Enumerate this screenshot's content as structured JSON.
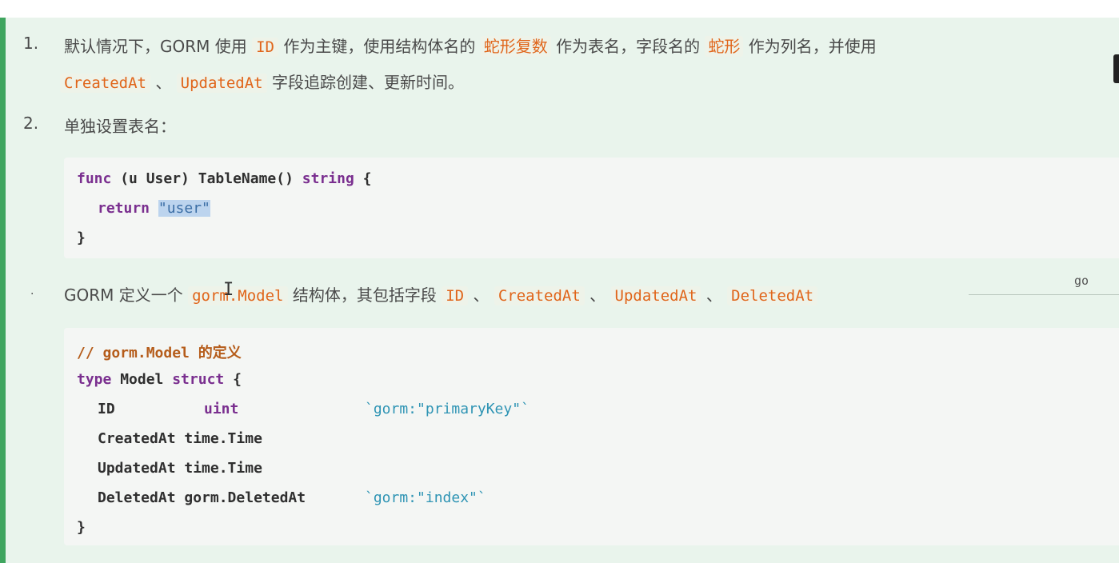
{
  "list": {
    "item1": {
      "number": "1.",
      "t1": "默认情况下，GORM 使用",
      "code_id": "ID",
      "t2": "作为主键，使用结构体名的",
      "h1": "蛇形复数",
      "t3": "作为表名，字段名的",
      "h2": "蛇形",
      "t4": "作为列名，并使用",
      "code_created": "CreatedAt",
      "sep": "、",
      "code_updated": "UpdatedAt",
      "t5": "字段追踪创建、更新时间。"
    },
    "item2": {
      "number": "2.",
      "text": "单独设置表名："
    },
    "item3": {
      "number": ".",
      "t1": "GORM 定义一个",
      "code_model": "gorm.Model",
      "t2": "结构体，其包括字段",
      "code_id": "ID",
      "sep1": "、",
      "code_created": "CreatedAt",
      "sep2": "、",
      "code_updated": "UpdatedAt",
      "sep3": "、",
      "code_deleted": "DeletedAt"
    }
  },
  "code1": {
    "l1_func": "func",
    "l1_mid": " (u User) TableName() ",
    "l1_string": "string",
    "l1_end": " {",
    "l2_return": "return",
    "l2_str": "\"user\"",
    "l3": "}"
  },
  "code2": {
    "comment": "// gorm.Model 的定义",
    "l2_type": "type",
    "l2_mid": " Model ",
    "l2_struct": "struct",
    "l2_end": " {",
    "l3_field": "ID",
    "l3_type": "uint",
    "l3_tag": "`gorm:\"primaryKey\"`",
    "l4": "CreatedAt time.Time",
    "l5": "UpdatedAt time.Time",
    "l6_field": "DeletedAt gorm.DeletedAt",
    "l6_tag": "`gorm:\"index\"`",
    "l7": "}"
  },
  "ui": {
    "cursor_glyph": "I",
    "lang_label": "go"
  },
  "colors": {
    "tip_background": "#e9f4ec",
    "tip_border": "#3fa55f",
    "inline_code": "#e0651a",
    "keyword": "#7a2f8f",
    "string": "#3b6ea5",
    "struct_tag": "#2e94b4",
    "comment": "#b55c1a"
  }
}
